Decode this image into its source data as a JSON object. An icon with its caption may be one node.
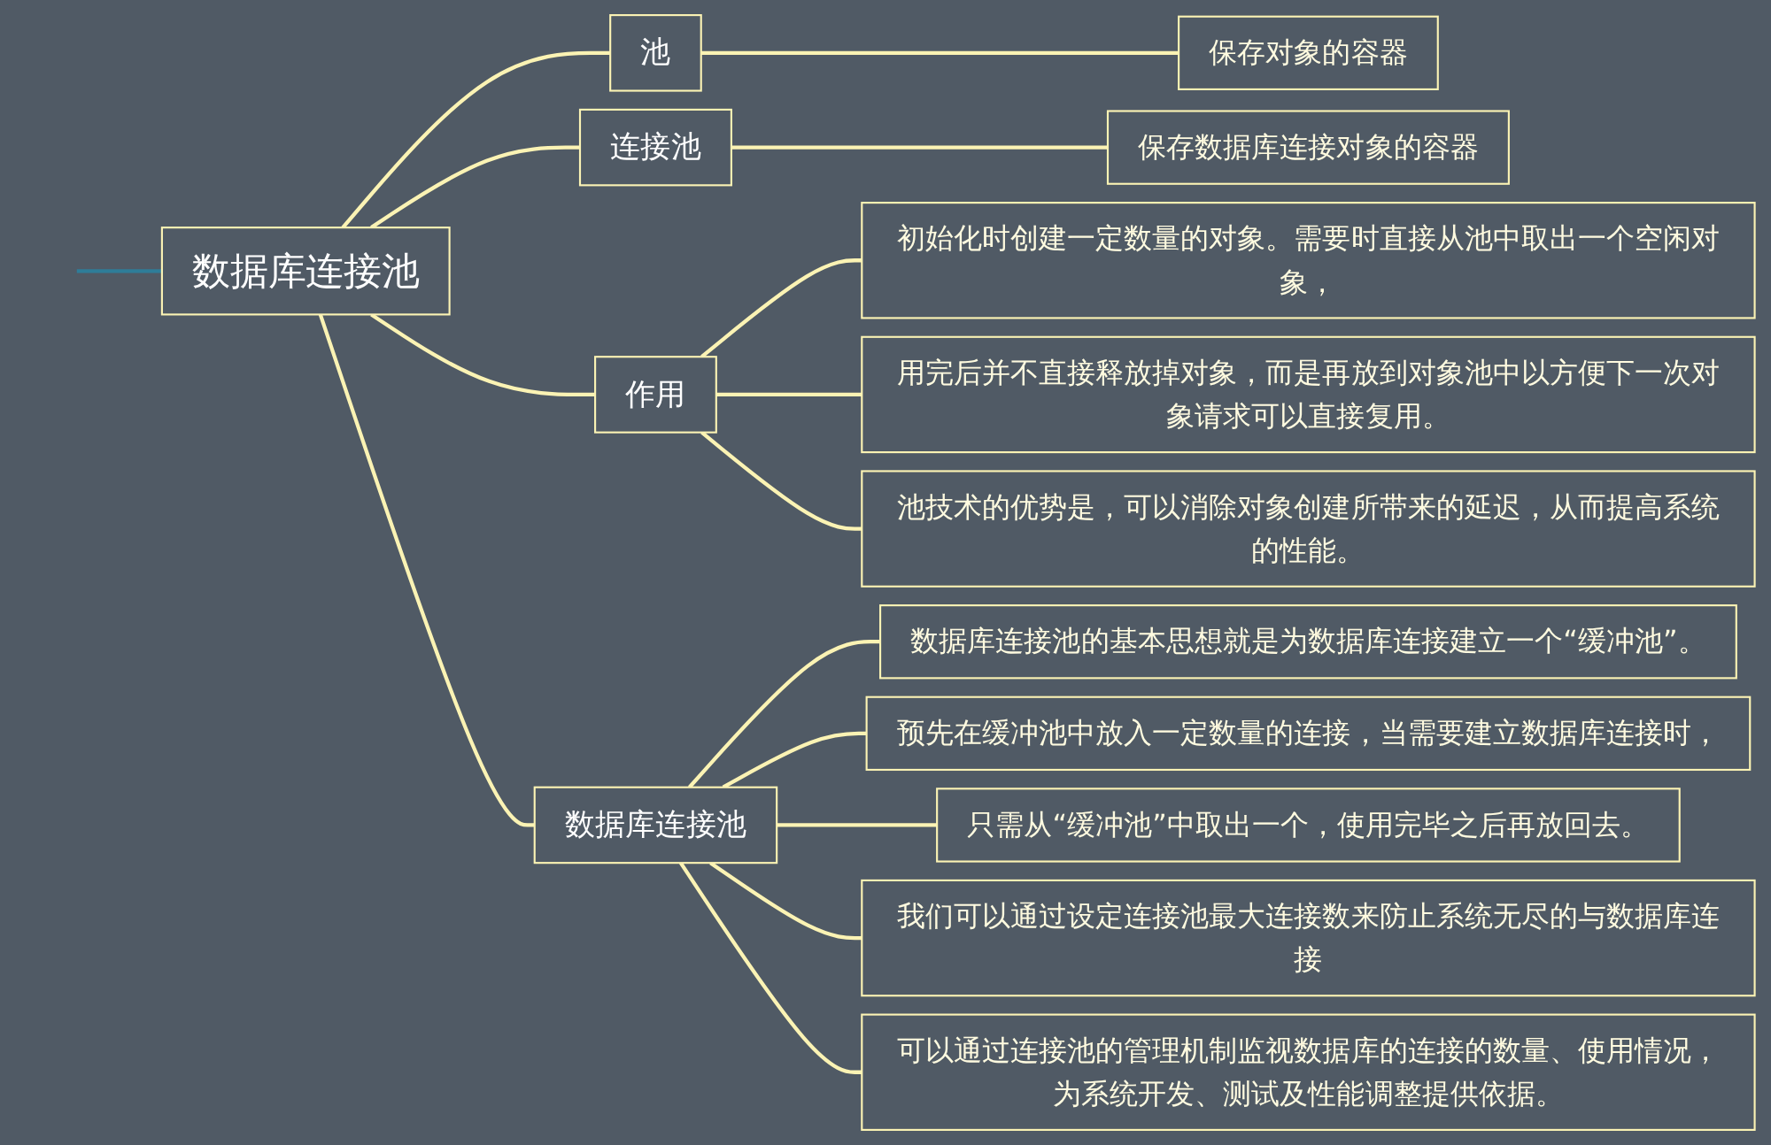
{
  "diagram": {
    "nodes": [
      {
        "text": [
          "数据库连接池"
        ]
      },
      {
        "text": [
          "池"
        ]
      },
      {
        "text": [
          "保存对象的容器"
        ]
      },
      {
        "text": [
          "连接池"
        ]
      },
      {
        "text": [
          "保存数据库连接对象的容器"
        ]
      },
      {
        "text": [
          "作用"
        ]
      },
      {
        "text": [
          "初始化时创建一定数量的对象。需要时直接从池中取出一个空闲对象，"
        ]
      },
      {
        "text": [
          "用完后并不直接释放掉对象，而是再放到对象池中以方便下一次对象请求可以直接复用。"
        ]
      },
      {
        "text": [
          "池技术的优势是，可以消除对象创建所带来的延迟，从而提高系统的性能。"
        ]
      },
      {
        "text": [
          "数据库连接池"
        ]
      },
      {
        "text": [
          "数据库连接池的基本思想就是为数据库连接建立一个“缓冲池”。"
        ]
      },
      {
        "text": [
          "预先在缓冲池中放入一定数量的连接，当需要建立数据库连接时，"
        ]
      },
      {
        "text": [
          "只需从“缓冲池”中取出一个，使用完毕之后再放回去。"
        ]
      },
      {
        "text": [
          "我们可以通过设定连接池最大连接数来防止系统无尽的与数据库连接"
        ]
      },
      {
        "text": [
          "可以通过连接池的管理机制监视数据库的连接的数量、使用情况，为系统开发、测试及性能调整提供依据。"
        ]
      }
    ],
    "edges": [
      {
        "from": null,
        "to": 0,
        "arrow": "none",
        "color": "#2e7d99"
      },
      {
        "from": 0,
        "to": 1,
        "arrow": "none"
      },
      {
        "from": 1,
        "to": 2,
        "arrow": "none"
      },
      {
        "from": 0,
        "to": 3,
        "arrow": "none"
      },
      {
        "from": 3,
        "to": 4,
        "arrow": "none"
      },
      {
        "from": 0,
        "to": 5,
        "arrow": "none"
      },
      {
        "from": 5,
        "to": 6,
        "arrow": "none"
      },
      {
        "from": 5,
        "to": 7,
        "arrow": "none"
      },
      {
        "from": 5,
        "to": 8,
        "arrow": "none"
      },
      {
        "from": 0,
        "to": 9,
        "arrow": "none"
      },
      {
        "from": 9,
        "to": 10,
        "arrow": "none"
      },
      {
        "from": 9,
        "to": 11,
        "arrow": "none"
      },
      {
        "from": 9,
        "to": 12,
        "arrow": "none"
      },
      {
        "from": 9,
        "to": 13,
        "arrow": "none"
      },
      {
        "from": 9,
        "to": 14,
        "arrow": "none"
      }
    ]
  }
}
